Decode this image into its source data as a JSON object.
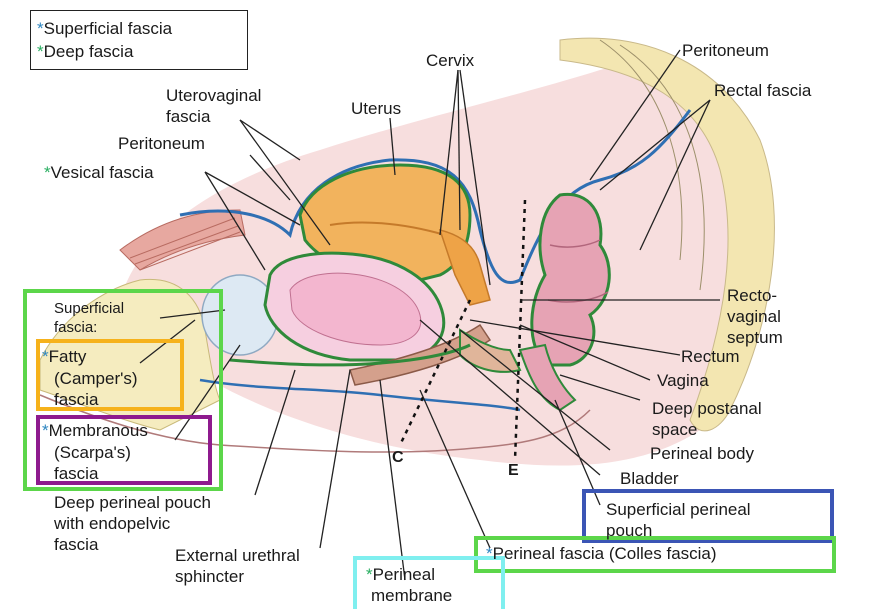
{
  "legend": {
    "superficial": {
      "marker": "*",
      "text": "Superficial fascia",
      "color": "#2e86c1"
    },
    "deep": {
      "marker": "*",
      "text": "Deep fascia",
      "color": "#27ae60"
    }
  },
  "labels": {
    "cervix": "Cervix",
    "peritoneum_top": "Peritoneum",
    "rectal_fascia": "Rectal fascia",
    "uterovaginal_1": "Uterovaginal",
    "uterovaginal_2": "fascia",
    "uterus": "Uterus",
    "peritoneum_left": "Peritoneum",
    "vesical": "Vesical  fascia",
    "superficial_fascia_1": "Superficial",
    "superficial_fascia_2": "fascia:",
    "fatty_1": "Fatty",
    "fatty_2": "(Camper's)",
    "fatty_3": "fascia",
    "membranous_1": "Membranous",
    "membranous_2": "(Scarpa's)",
    "membranous_3": "fascia",
    "deep_pouch_1": "Deep perineal pouch",
    "deep_pouch_2": "with endopelvic",
    "deep_pouch_3": "fascia",
    "ext_urethral_1": "External urethral",
    "ext_urethral_2": "sphincter",
    "perineal_membrane_1": "Perineal",
    "perineal_membrane_2": "membrane",
    "perineal_fascia": "Perineal fascia (Colles fascia)",
    "sup_pouch_1": "Superficial perineal",
    "sup_pouch_2": "pouch",
    "bladder": "Bladder",
    "perineal_body": "Perineal body",
    "deep_postanal_1": "Deep postanal",
    "deep_postanal_2": "space",
    "vagina": "Vagina",
    "rectum": "Rectum",
    "rectovaginal_1": "Recto-",
    "rectovaginal_2": "vaginal",
    "rectovaginal_3": "septum",
    "line_c": "C",
    "line_e": "E"
  },
  "colors": {
    "superficial_marker": "#2e86c1",
    "deep_marker": "#27ae60",
    "box_green": "#5cd64a",
    "box_orange": "#f6b21b",
    "box_purple": "#8e1a8e",
    "box_blue": "#3b55b5",
    "box_cyan": "#7fefef"
  }
}
